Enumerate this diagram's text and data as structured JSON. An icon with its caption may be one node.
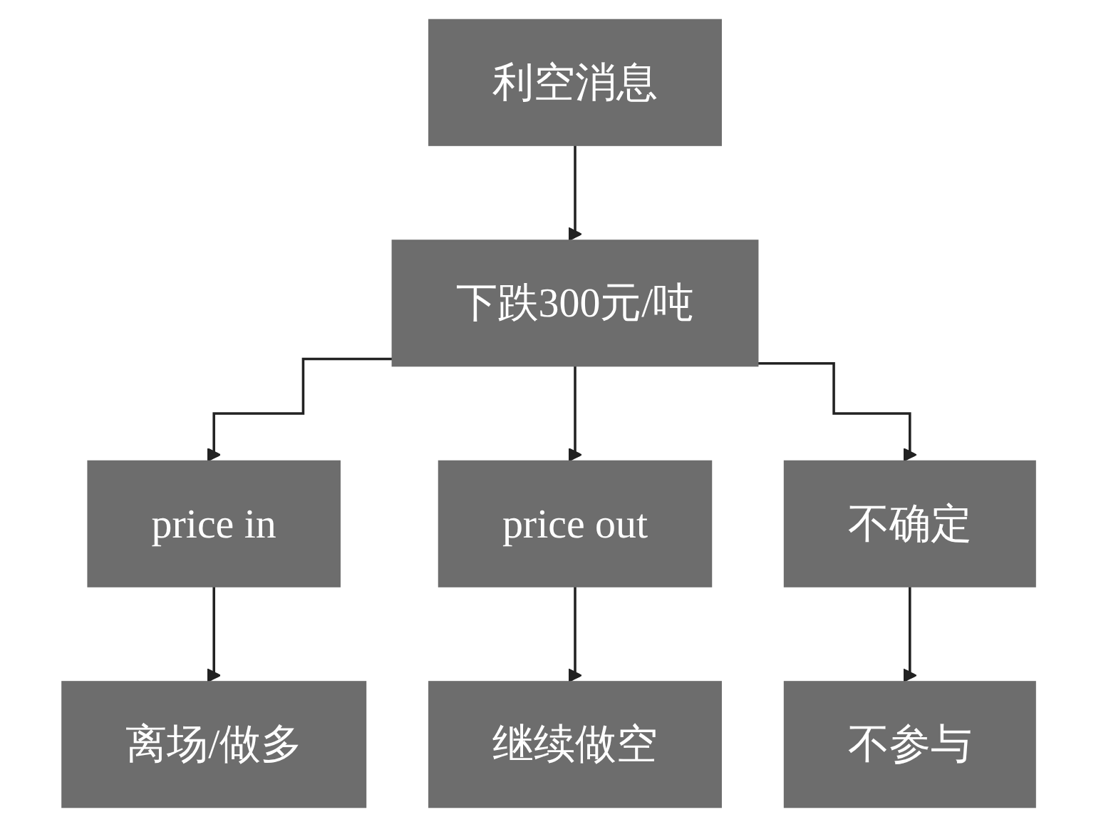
{
  "diagram": {
    "nodes": [
      {
        "text": [
          "利空消息"
        ]
      },
      {
        "text": [
          "下跌300元/吨"
        ]
      },
      {
        "text": [
          "price in"
        ]
      },
      {
        "text": [
          "price out"
        ]
      },
      {
        "text": [
          "不确定"
        ]
      },
      {
        "text": [
          "离场/做多"
        ]
      },
      {
        "text": [
          "继续做空"
        ]
      },
      {
        "text": [
          "不参与"
        ]
      }
    ],
    "edges": [
      {
        "from": 0,
        "to": 1,
        "arrow": "to"
      },
      {
        "from": 1,
        "to": 2,
        "arrow": "to"
      },
      {
        "from": 1,
        "to": 3,
        "arrow": "to"
      },
      {
        "from": 1,
        "to": 4,
        "arrow": "to"
      },
      {
        "from": 2,
        "to": 5,
        "arrow": "to"
      },
      {
        "from": 3,
        "to": 6,
        "arrow": "to"
      },
      {
        "from": 4,
        "to": 7,
        "arrow": "to"
      }
    ]
  }
}
